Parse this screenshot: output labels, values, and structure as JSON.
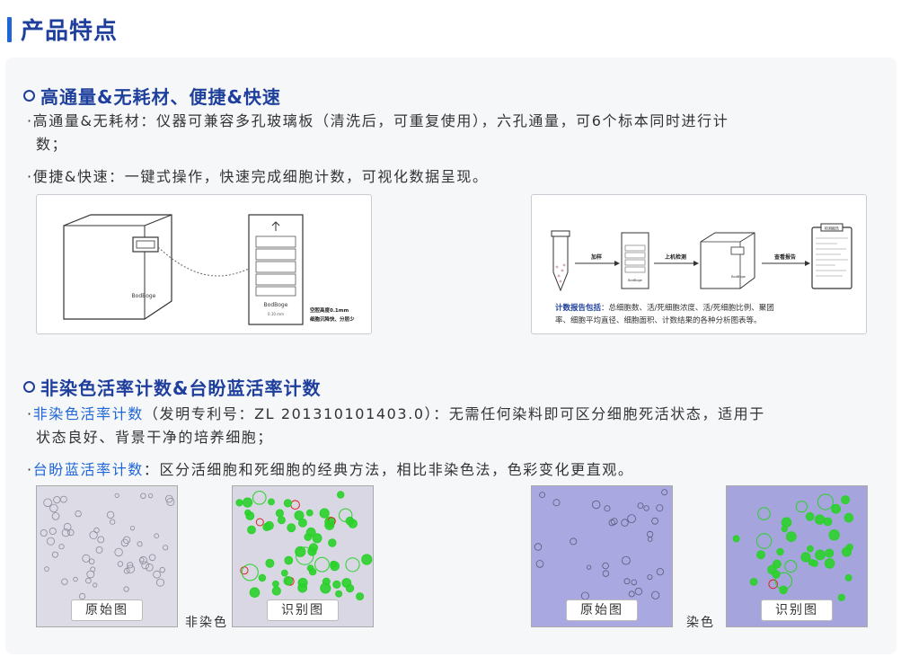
{
  "header": {
    "title": "产品特点"
  },
  "section1": {
    "heading": "高通量&无耗材、便捷&快速",
    "line1": "·高通量&无耗材：仪器可兼容多孔玻璃板（清洗后，可重复使用），六孔通量，可6个标本同时进行计",
    "line1b": "数；",
    "line2": "·便捷&快速：一键式操作，快速完成细胞计数，可视化数据呈现。",
    "figure_left": {
      "device_brand": "BodBoge",
      "slide_brand": "BodBoge",
      "slide_sub": "0.10 mm",
      "caption1": "空腔高度0.1mm",
      "caption2": "细胞沉降快、分层少"
    },
    "figure_right": {
      "step1": "加样",
      "step2": "上机检测",
      "step3": "查看报告",
      "slide_brand": "BodBoge",
      "device_brand": "BodBoge",
      "report_title": "检测报告",
      "summary_label": "计数报告包括",
      "summary_text1": "：总细胞数、活/死细胞浓度、活/死细胞比例、聚团",
      "summary_text2": "率、细胞平均直径、细胞面积、计数结果的各种分析图表等。"
    }
  },
  "section2": {
    "heading": "非染色活率计数&台盼蓝活率计数",
    "line1_prefix": "·",
    "line1_hl": "非染色活率计数",
    "line1_rest": "（发明专利号：ZL 201310101403.0）：无需任何染料即可区分细胞死活状态，适用于",
    "line1b": "状态良好、背景干净的培养细胞；",
    "line2_prefix": "·",
    "line2_hl": "台盼蓝活率计数",
    "line2_rest": "：区分活细胞和死细胞的经典方法，相比非染色法，色彩变化更直观。",
    "images": {
      "original_label": "原始图",
      "recognized_label": "识别图",
      "unstained_label": "非染色",
      "stained_label": "染色"
    }
  },
  "colors": {
    "title": "#1f3f9c",
    "accent": "#1f66d6",
    "unstained_bg": "#dcdbe6",
    "stained_bg": "#aaa8e0",
    "live_cell": "#2bd12b",
    "dead_cell": "#e02020"
  }
}
